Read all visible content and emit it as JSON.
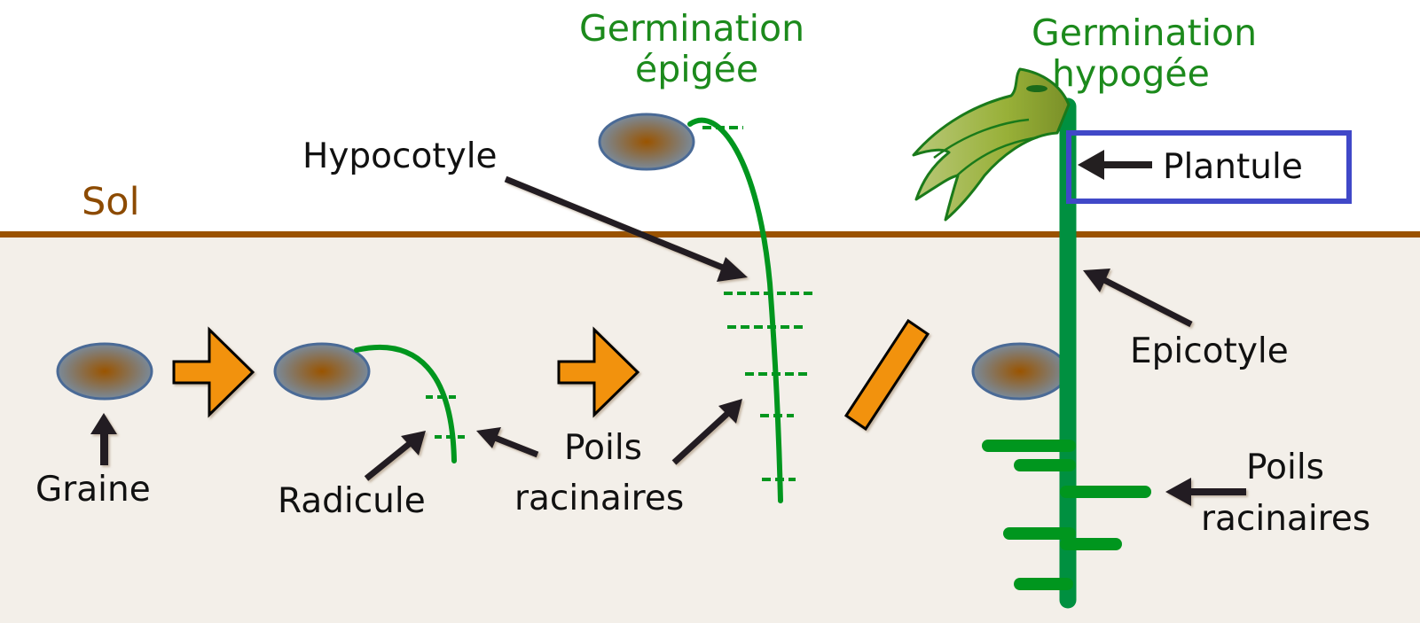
{
  "colors": {
    "soil_line": "#9a5200",
    "soil_fill": "#f3efe9",
    "sky": "#ffffff",
    "stem": "#009040",
    "root_hairs": "#00961e",
    "arrow_orange": "#f2920c",
    "pointer": "#231f20",
    "plantule_box": "#4048c8",
    "title_green": "#1c8a1c",
    "sol_brown": "#8c4a00",
    "seed_center": "#9a5400",
    "seed_edge": "#7a8a9a",
    "seed_stroke": "#4a6a96"
  },
  "labels": {
    "sol": "Sol",
    "graine": "Graine",
    "radicule": "Radicule",
    "poils_1_line1": "Poils",
    "poils_1_line2": "racinaires",
    "hypocotyle": "Hypocotyle",
    "epigee_title_line1": "Germination",
    "epigee_title_line2": "épigée",
    "hypogee_title_line1": "Germination",
    "hypogee_title_line2": "hypogée",
    "plantule": "Plantule",
    "epicotyle": "Epicotyle",
    "poils_2_line1": "Poils",
    "poils_2_line2": "racinaires"
  },
  "icons": {
    "stage_arrow": "orange-block-arrow",
    "pointer": "black-pointer-arrow",
    "seed": "seed-ellipse",
    "leaves": "plantule-leaves"
  }
}
